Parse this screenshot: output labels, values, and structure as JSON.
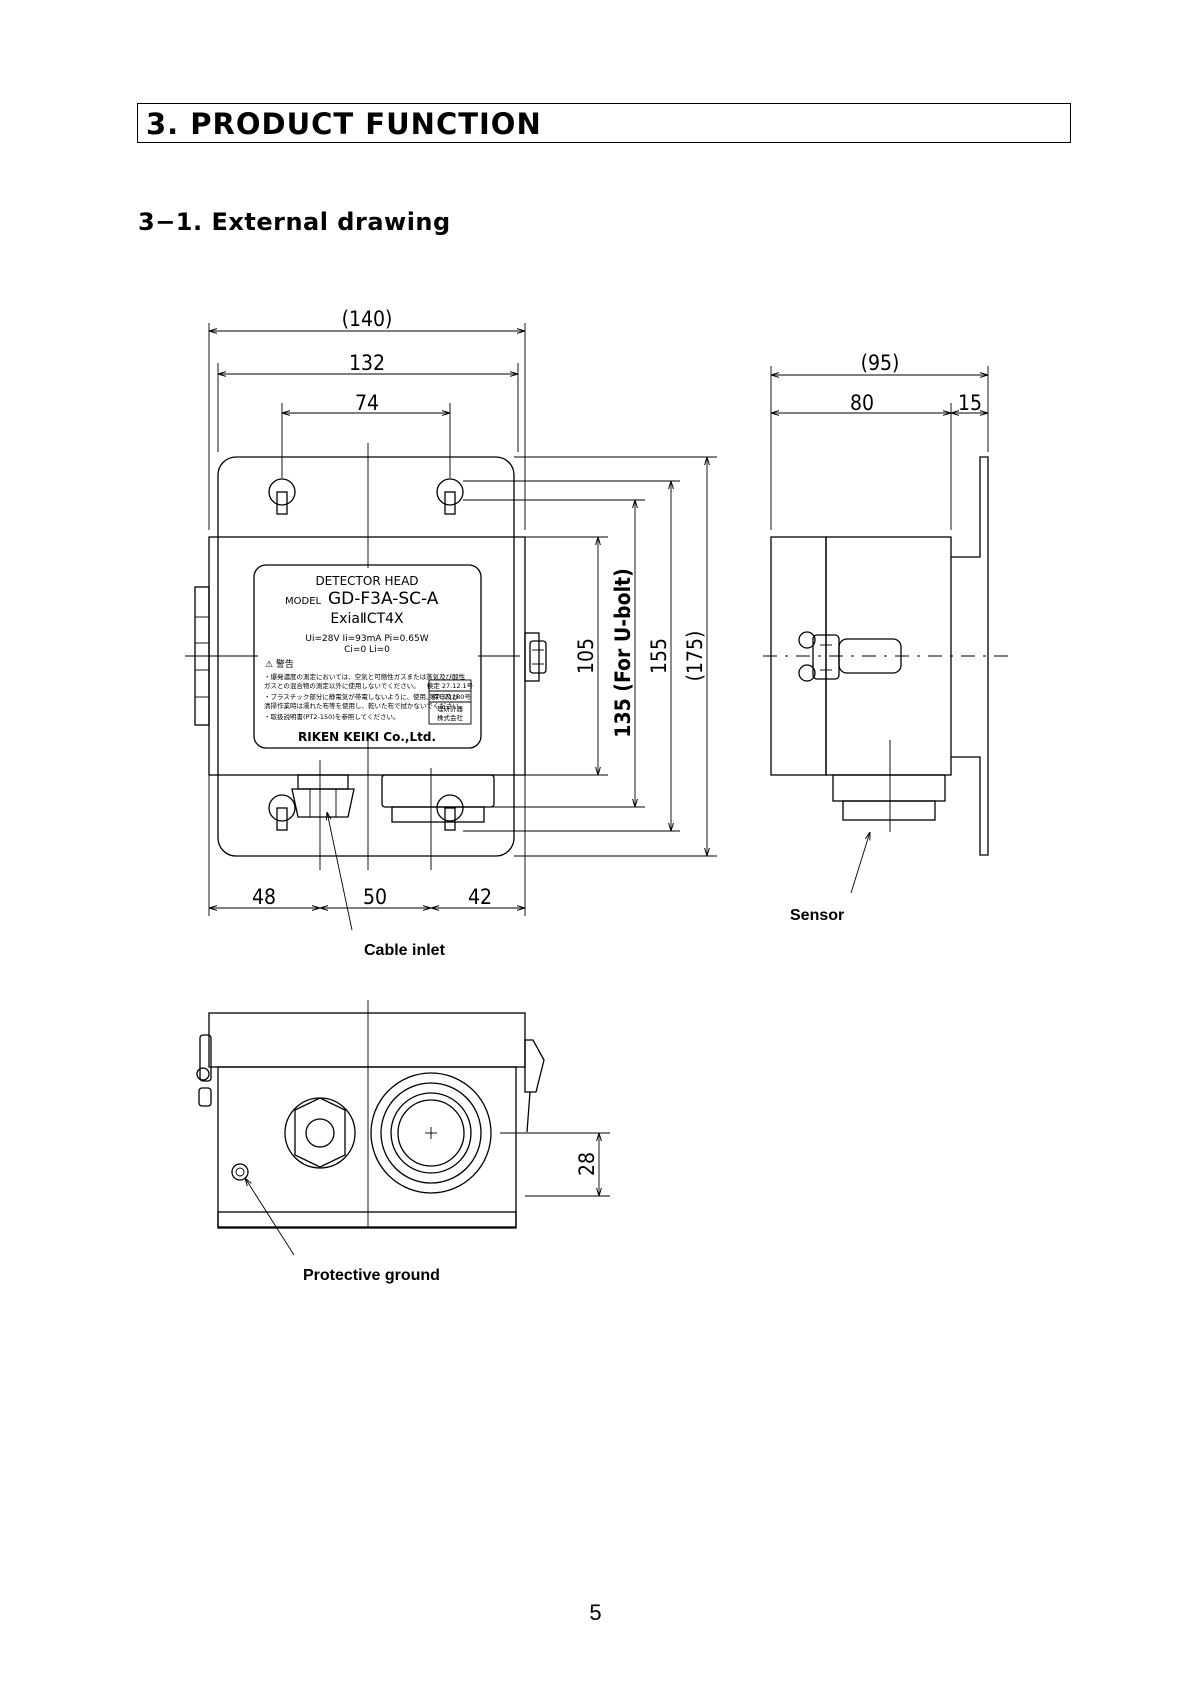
{
  "section": {
    "title": "3. PRODUCT FUNCTION"
  },
  "subsection": {
    "title": "3−1. External drawing"
  },
  "dimensions": {
    "overall_width": "(140)",
    "body_width": "132",
    "hole_pitch": "74",
    "seg_left": "48",
    "seg_mid": "50",
    "seg_right": "42",
    "height_105": "105",
    "height_ubolt": "135 (For U-bolt)",
    "height_155": "155",
    "height_175": "(175)",
    "side_depth": "(95)",
    "side_body": "80",
    "side_bracket": "15",
    "bottom_offset": "28"
  },
  "nameplate": {
    "line1": "DETECTOR HEAD",
    "model_label": "MODEL",
    "model": "GD-F3A-SC-A",
    "exi": "ExiaⅡCT4X",
    "params1": "Ui=28V  Ii=93mA  Pi=0.65W",
    "params2": "Ci=0  Li=0",
    "warning_head": "⚠ 警告",
    "warn1": "・爆発濃度の測定においては、空気と可燃性ガスまたは蒸気及び酸性",
    "warn2": "  ガスとの混合物の測定以外に使用しないでください。",
    "warn3": "・プラスチック部分に静電気が帯電しないように、使用、保守及び",
    "warn4": "  清掃作業時は濡れた布等を使用し、乾いた布で拭かないでください。",
    "warn5": "・取扱説明書(PT2-150)を参照してください。",
    "cert1": "第TC21280号",
    "cert2": "検定 27.12.1号",
    "cert3": "理研計器",
    "cert4": "株式会社",
    "maker": "RIKEN KEIKI Co.,Ltd."
  },
  "callouts": {
    "cable_inlet": "Cable inlet",
    "sensor": "Sensor",
    "protective_ground": "Protective ground"
  },
  "page": {
    "number": "5"
  }
}
